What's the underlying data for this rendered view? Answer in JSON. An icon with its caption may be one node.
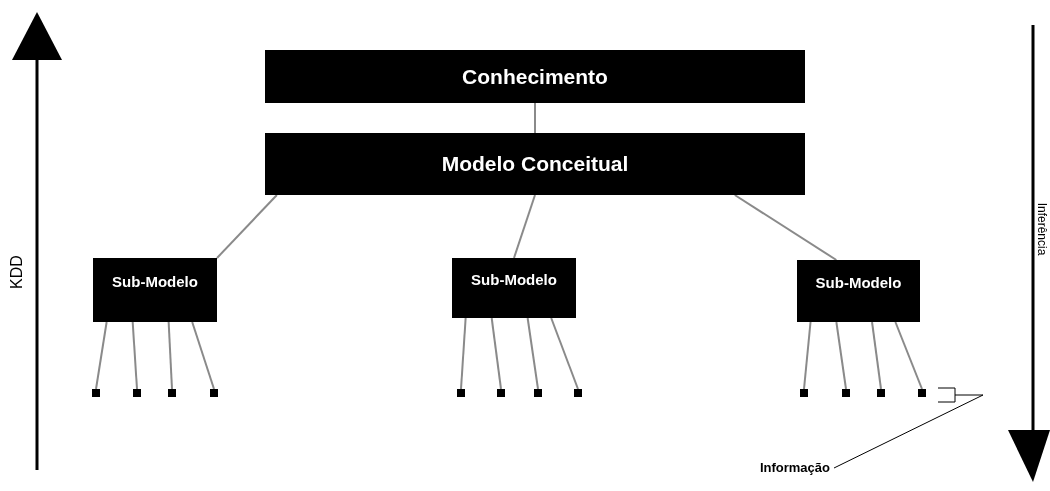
{
  "diagram": {
    "nodes": [
      {
        "text": [
          "Conhecimento"
        ]
      },
      {
        "text": [
          "Modelo Conceitual"
        ]
      },
      {
        "text": [
          "Sub-Modelo"
        ]
      },
      {
        "text": [
          "Sub-Modelo"
        ]
      },
      {
        "text": [
          "Sub-Modelo"
        ]
      },
      {
        "text": [],
        "shape": "box"
      },
      {
        "text": [],
        "shape": "box"
      },
      {
        "text": [],
        "shape": "box"
      },
      {
        "text": [],
        "shape": "box"
      },
      {
        "text": [],
        "shape": "box"
      },
      {
        "text": [],
        "shape": "box"
      },
      {
        "text": [],
        "shape": "box"
      },
      {
        "text": [],
        "shape": "box"
      },
      {
        "text": [],
        "shape": "box"
      },
      {
        "text": [],
        "shape": "box"
      },
      {
        "text": [],
        "shape": "box"
      },
      {
        "text": [],
        "shape": "box"
      },
      {
        "text": [
          "Informação"
        ]
      },
      {
        "text": [],
        "shape": "bracket"
      }
    ],
    "edges": [
      {
        "from": 0,
        "to": 1,
        "arrow": "none"
      },
      {
        "from": 1,
        "to": 2,
        "arrow": "none"
      },
      {
        "from": 1,
        "to": 3,
        "arrow": "none"
      },
      {
        "from": 1,
        "to": 4,
        "arrow": "none"
      },
      {
        "from": 2,
        "to": 5,
        "arrow": "none"
      },
      {
        "from": 2,
        "to": 6,
        "arrow": "none"
      },
      {
        "from": 2,
        "to": 7,
        "arrow": "none"
      },
      {
        "from": 2,
        "to": 8,
        "arrow": "none"
      },
      {
        "from": 3,
        "to": 9,
        "arrow": "none"
      },
      {
        "from": 3,
        "to": 10,
        "arrow": "none"
      },
      {
        "from": 3,
        "to": 11,
        "arrow": "none"
      },
      {
        "from": 3,
        "to": 12,
        "arrow": "none"
      },
      {
        "from": 4,
        "to": 13,
        "arrow": "none"
      },
      {
        "from": 4,
        "to": 14,
        "arrow": "none"
      },
      {
        "from": 4,
        "to": 15,
        "arrow": "none"
      },
      {
        "from": 4,
        "to": 16,
        "arrow": "none"
      },
      {
        "from": 17,
        "to": 18,
        "arrow": "none",
        "color": "#000000"
      }
    ],
    "labels": [
      "KDD",
      "Inferência"
    ]
  }
}
